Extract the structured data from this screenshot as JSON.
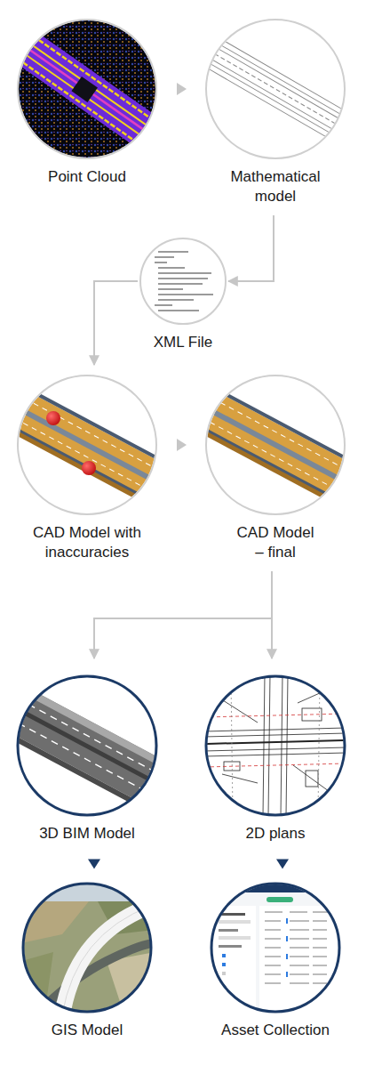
{
  "diagram": {
    "nodes": [
      {
        "text": [
          "Point Cloud"
        ]
      },
      {
        "text": [
          "Mathematical model"
        ]
      },
      {
        "text": [
          "XML File"
        ]
      },
      {
        "text": [
          "CAD Model with inaccuracies"
        ]
      },
      {
        "text": [
          "CAD Model – final"
        ]
      },
      {
        "text": [
          "3D BIM Model"
        ]
      },
      {
        "text": [
          "2D plans"
        ]
      },
      {
        "text": [
          "GIS Model"
        ]
      },
      {
        "text": [
          "Asset Collection"
        ]
      }
    ],
    "edges": [
      {
        "from": 0,
        "to": 1,
        "arrow": "to"
      },
      {
        "from": 1,
        "to": 2,
        "arrow": "to"
      },
      {
        "from": 2,
        "to": 3,
        "arrow": "to"
      },
      {
        "from": 3,
        "to": 4,
        "arrow": "to"
      },
      {
        "from": 4,
        "to": 5,
        "arrow": "to"
      },
      {
        "from": 4,
        "to": 6,
        "arrow": "to"
      },
      {
        "from": 5,
        "to": 7,
        "arrow": "to"
      },
      {
        "from": 6,
        "to": 8,
        "arrow": "to"
      }
    ]
  }
}
